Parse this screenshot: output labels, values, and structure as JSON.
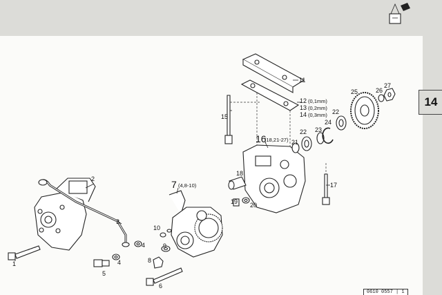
{
  "section": {
    "number": "14"
  },
  "footer": {
    "reference": "0610 0557 | 1"
  },
  "header": {
    "icon": "oil-can-pump-icon"
  },
  "callouts": {
    "c1": "1",
    "c2": "2",
    "c3": "3",
    "c4a": "4",
    "c4b": "4",
    "c5": "5",
    "c6": "6",
    "c7": "7",
    "c7sub": "(4,8-10)",
    "c8": "8",
    "c9": "9",
    "c10": "10",
    "c11": "11",
    "c12": "12",
    "c12sub": "(0,1mm)",
    "c13": "13",
    "c13sub": "(0,2mm)",
    "c14": "14",
    "c14sub": "(0,3mm)",
    "c15": "15",
    "c16": "16",
    "c16sub": "(18,21-27)",
    "c17": "17",
    "c18": "18",
    "c19": "19",
    "c20": "20",
    "c21": "21",
    "c22a": "22",
    "c22b": "22",
    "c23": "23",
    "c24": "24",
    "c25": "25",
    "c26": "26",
    "c27": "27"
  }
}
